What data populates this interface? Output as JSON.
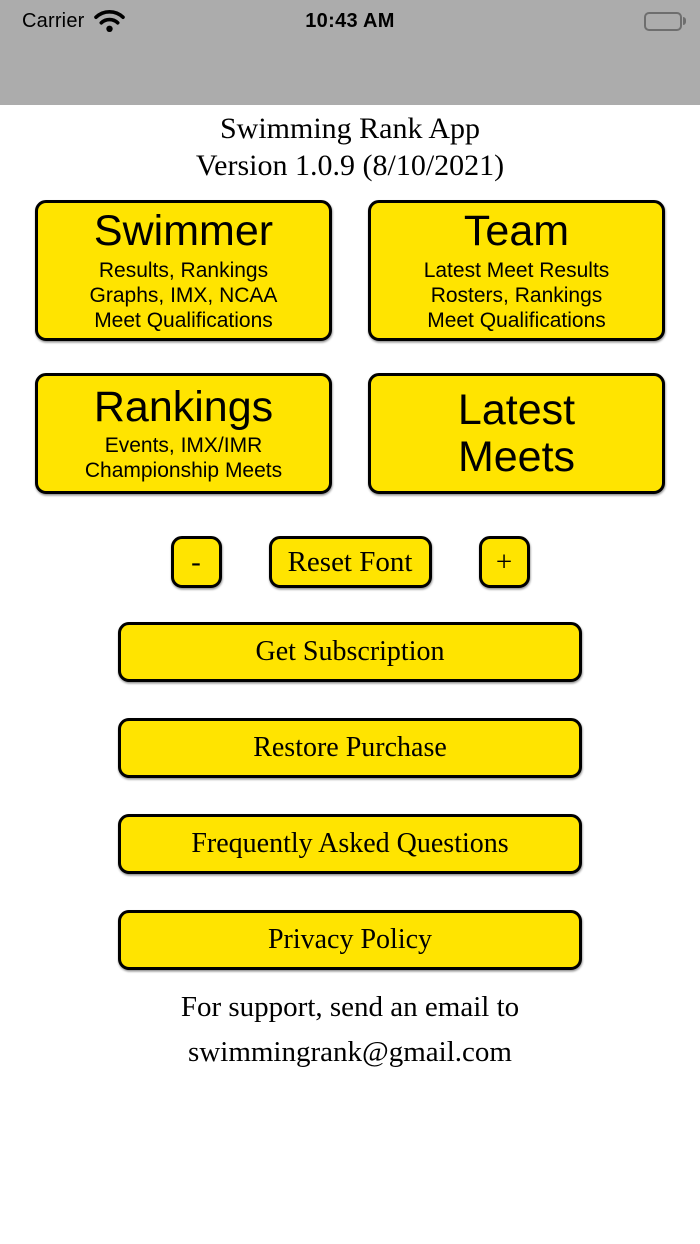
{
  "colors": {
    "button_yellow": "#FFE400",
    "button_border": "#000000",
    "statusbar_bg": "#ACACAC",
    "page_bg": "#FFFFFF",
    "text_color": "#000000"
  },
  "status_bar": {
    "carrier_label": "Carrier",
    "time": "10:43 AM",
    "icons": [
      "wifi-icon",
      "battery-icon"
    ]
  },
  "app_header": {
    "title": "Swimming Rank App",
    "version_line": "Version 1.0.9 (8/10/2021)"
  },
  "nav_buttons": {
    "swimmer": {
      "heading_lines": [
        "Swimmer"
      ],
      "sub_lines": [
        "Results, Rankings",
        "Graphs, IMX, NCAA",
        "Meet Qualifications"
      ]
    },
    "team": {
      "heading_lines": [
        "Team"
      ],
      "sub_lines": [
        "Latest Meet Results",
        "Rosters, Rankings",
        "Meet Qualifications"
      ]
    },
    "rankings": {
      "heading_lines": [
        "Rankings"
      ],
      "sub_lines": [
        "Events, IMX/IMR",
        "Championship Meets"
      ]
    },
    "latest_meets": {
      "heading_lines": [
        "Latest",
        "Meets"
      ],
      "sub_lines": []
    }
  },
  "font_controls": {
    "decrease_label": "-",
    "reset_label": "Reset Font",
    "increase_label": "+"
  },
  "actions": {
    "subscription": "Get Subscription",
    "restore": "Restore Purchase",
    "faq": "Frequently Asked Questions",
    "privacy": "Privacy Policy"
  },
  "footer": {
    "line1": "For support, send an email to",
    "line2": "swimmingrank@gmail.com"
  }
}
